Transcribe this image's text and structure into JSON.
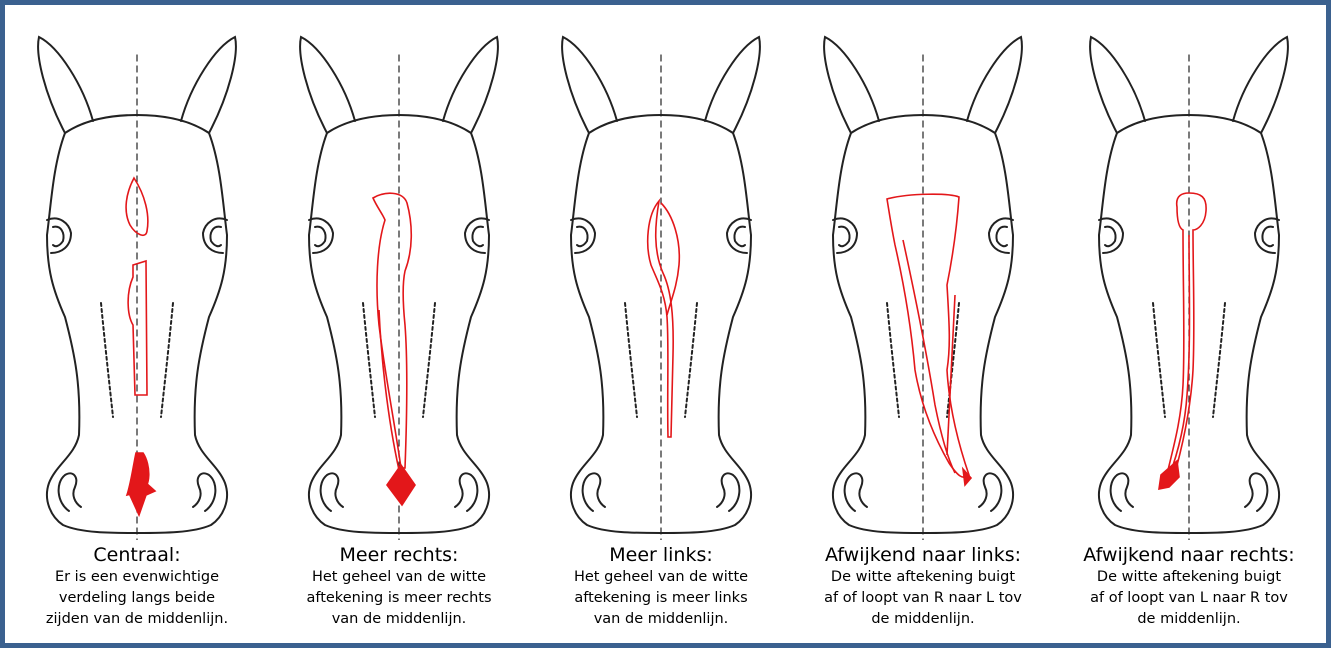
{
  "colors": {
    "border": "#3b618f",
    "outline": "#222222",
    "marking": "#e3171a"
  },
  "panels": [
    {
      "key": "central",
      "title": "Centraal:",
      "description": "Er is een evenwichtige\nverdeling langs beide\nzijden van de middenlijn."
    },
    {
      "key": "right",
      "title": "Meer rechts:",
      "description": "Het geheel van de witte\naftekening is meer rechts\nvan de middenlijn."
    },
    {
      "key": "left",
      "title": "Meer links:",
      "description": "Het geheel van de witte\naftekening is meer links\nvan de middenlijn."
    },
    {
      "key": "dev-left",
      "title": "Afwijkend naar links:",
      "description": "De witte aftekening buigt\naf of loopt van R naar L tov\nde middenlijn."
    },
    {
      "key": "dev-right",
      "title": "Afwijkend naar rechts:",
      "description": "De witte aftekening buigt\naf of loopt van L naar R tov\nde middenlijn."
    }
  ]
}
